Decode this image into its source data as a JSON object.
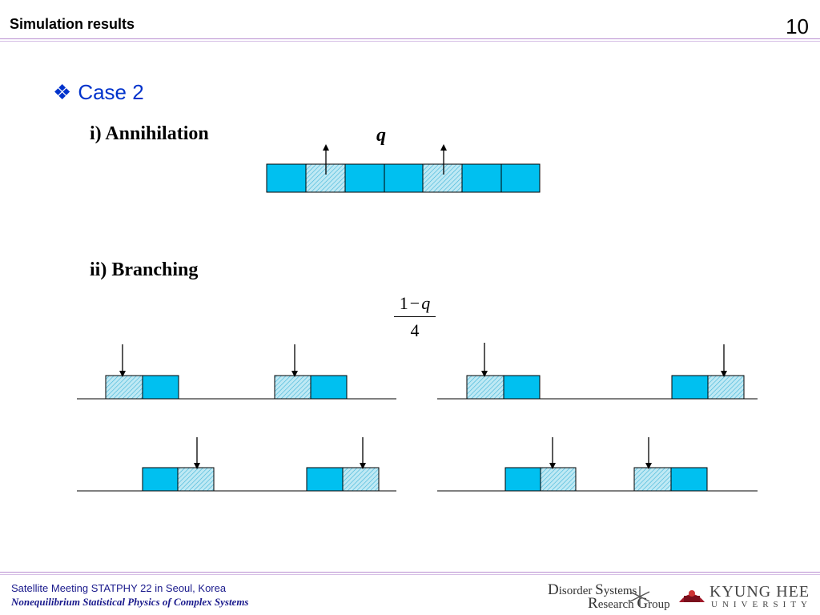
{
  "header": {
    "title": "Simulation results",
    "page_number": "10"
  },
  "section": {
    "bullet": "❖",
    "heading": "Case 2"
  },
  "annihilation": {
    "label": "i) Annihilation",
    "rate_label": "q"
  },
  "branching": {
    "label": "ii) Branching",
    "rate_numerator": "1",
    "rate_minus": "−",
    "rate_var": "q",
    "rate_denominator": "4"
  },
  "footer": {
    "line1": "Satellite Meeting STATPHY 22 in Seoul, Korea",
    "line2": "Nonequilibrium Statistical Physics of Complex Systems"
  },
  "logos": {
    "dsrg_line1_cap": "D",
    "dsrg_line1_rest": "isorder ",
    "dsrg_line1_cap2": "S",
    "dsrg_line1_rest2": "ystems",
    "dsrg_line2_cap": "R",
    "dsrg_line2_rest": "esearch ",
    "dsrg_line2_cap2": "G",
    "dsrg_line2_rest2": "roup",
    "khu_name": "KYUNG HEE",
    "khu_sub": "UNIVERSITY"
  },
  "colors": {
    "cell_fill": "#00c0f0",
    "hatched_fill": "#aee6f2",
    "rule": "#b98fd1",
    "heading": "#0033cc",
    "footer_text": "#1a1a8c"
  }
}
